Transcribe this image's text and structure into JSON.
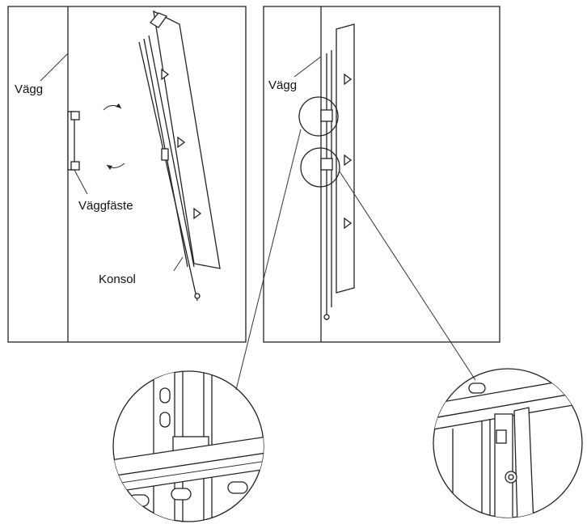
{
  "labels": {
    "wall_left": "Vägg",
    "wall_right": "Vägg",
    "wall_bracket": "Väggfäste",
    "console": "Konsol"
  }
}
